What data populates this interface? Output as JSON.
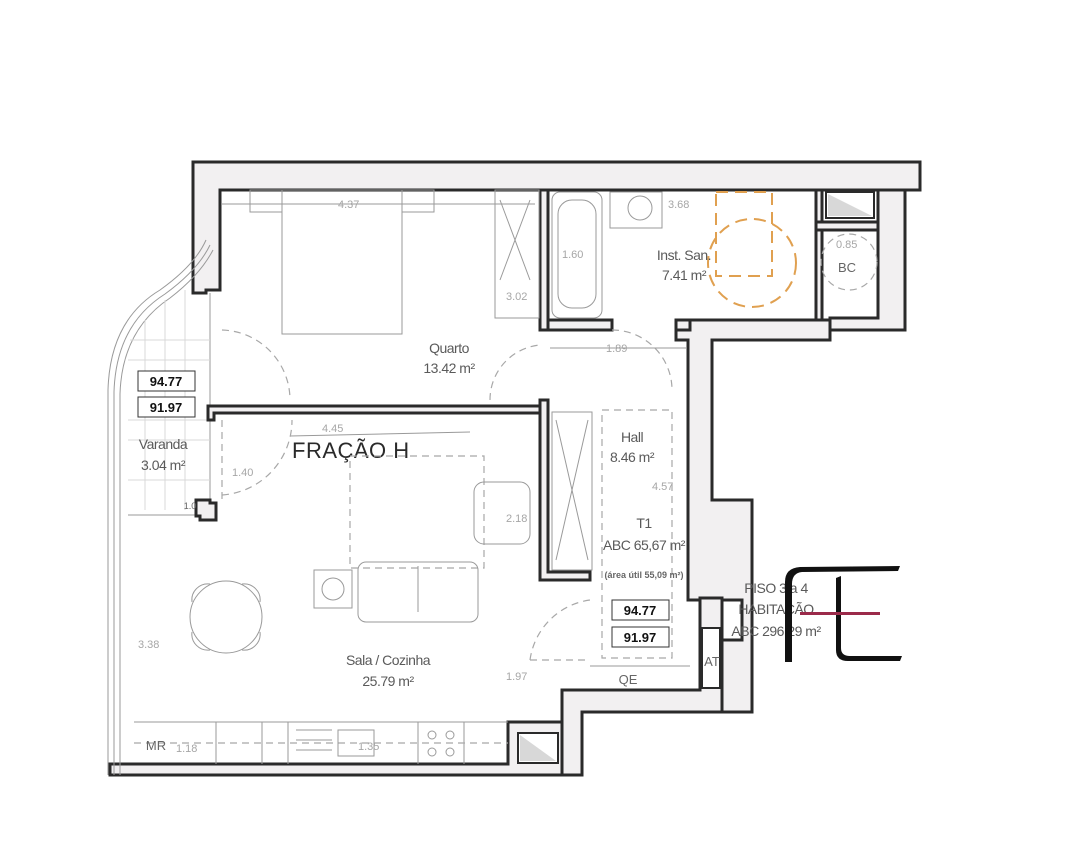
{
  "plan": {
    "title": "FRAÇÃO H",
    "rooms": {
      "quarto": {
        "name": "Quarto",
        "area": "13.42 m²"
      },
      "inst_san": {
        "name": "Inst. San.",
        "area": "7.41 m²"
      },
      "varanda": {
        "name": "Varanda",
        "area": "3.04 m²"
      },
      "hall": {
        "name": "Hall",
        "area": "8.46 m²"
      },
      "sala_cozinha": {
        "name": "Sala / Cozinha",
        "area": "25.79 m²"
      },
      "bc": {
        "name": "BC"
      },
      "at": {
        "name": "AT"
      },
      "qe": {
        "name": "QE"
      },
      "mr": {
        "name": "MR"
      }
    },
    "typology": {
      "type": "T1",
      "abc": "ABC 65,67 m²",
      "util": "(área útil 55,09 m²)"
    },
    "level_boxes": {
      "varanda_top": "94.77",
      "varanda_bottom": "91.97",
      "hall_top": "94.77",
      "hall_bottom": "91.97"
    },
    "floor_info": {
      "line1": "PISO 3 a 4",
      "line2": "HABITAÇÃO",
      "line3": "ABC 296,29 m²"
    },
    "dimensions": {
      "quarto_width": "4.37",
      "wardrobe": "3.02",
      "bath_width": "3.68",
      "bathtub": "1.60",
      "bc": "0.85",
      "hall_width": "1.89",
      "hall_length": "4.57",
      "sala_a": "4.45",
      "sala_b": "1.40",
      "sala_c": "2.18",
      "sala_height": "3.38",
      "entry": "1.97",
      "kitchen": "1.18",
      "sink": "1.35",
      "varanda_small": "1.0"
    }
  },
  "logo": {
    "accent_color": "#9b2a4a",
    "ink_color": "#111111"
  }
}
